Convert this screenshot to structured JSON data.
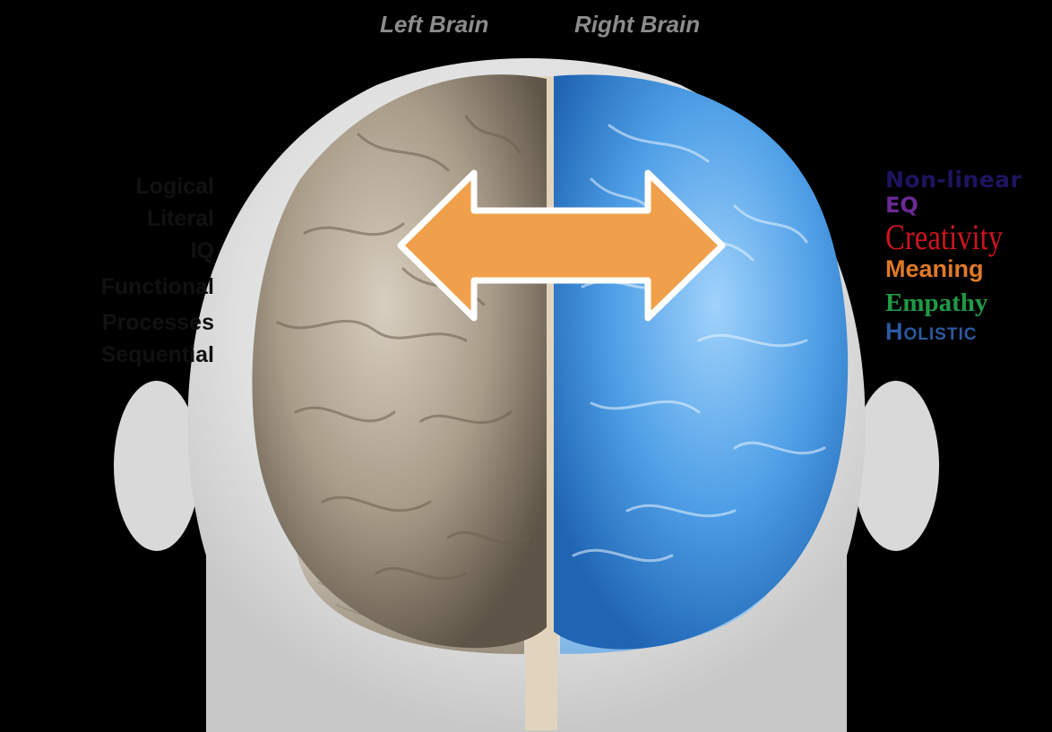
{
  "header": {
    "left_label": "Left Brain",
    "right_label": "Right Brain"
  },
  "left_traits": [
    "Logical",
    "Literal",
    "IQ",
    "Functional",
    "Processes",
    "Sequential"
  ],
  "right_traits": {
    "non_linear": "Non-linear",
    "eq": "EQ",
    "creativity": "Creativity",
    "meaning": "Meaning",
    "empathy": "Empathy",
    "holistic": "Holistic"
  },
  "colors": {
    "background": "#000000",
    "left_hemisphere": "#b5a998",
    "right_hemisphere": "#5aa8ec",
    "arrow_fill": "#f0a04a",
    "arrow_outline": "#ffffff",
    "head": "#dcdcdc"
  }
}
